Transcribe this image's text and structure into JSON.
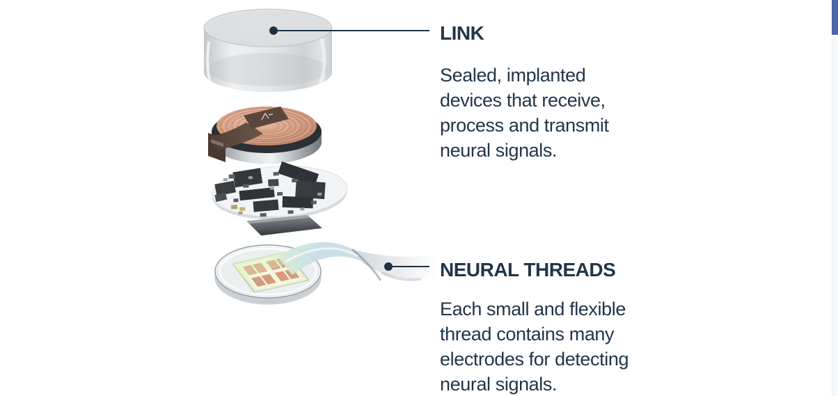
{
  "annotations": {
    "link": {
      "heading": "LINK",
      "lines": [
        "Sealed, implanted",
        "devices that receive,",
        "process and transmit",
        "neural signals."
      ]
    },
    "neural_threads": {
      "heading": "NEURAL THREADS",
      "lines": [
        "Each small and flexible",
        "thread contains many",
        "electrodes for detecting",
        "neural signals."
      ]
    }
  },
  "colors": {
    "background": "#ffffff",
    "text": "#223549",
    "leader_line": "#1e3044",
    "callout_dot": "#1e3044",
    "scrollbar_thumb": "#4f63ad",
    "scrollbar_track": "#f6f7f9",
    "casing_gray": "#dfe1e3",
    "copper_coil": "#cf987c",
    "strap_brown": "#5d4a3f",
    "silver_ring": "#c6cacd",
    "pcb_white": "#f2f3f5",
    "chip_dark": "#34383d",
    "electrode_pad": "#d59a7b",
    "ribbon_tint": "#c3dce8"
  }
}
